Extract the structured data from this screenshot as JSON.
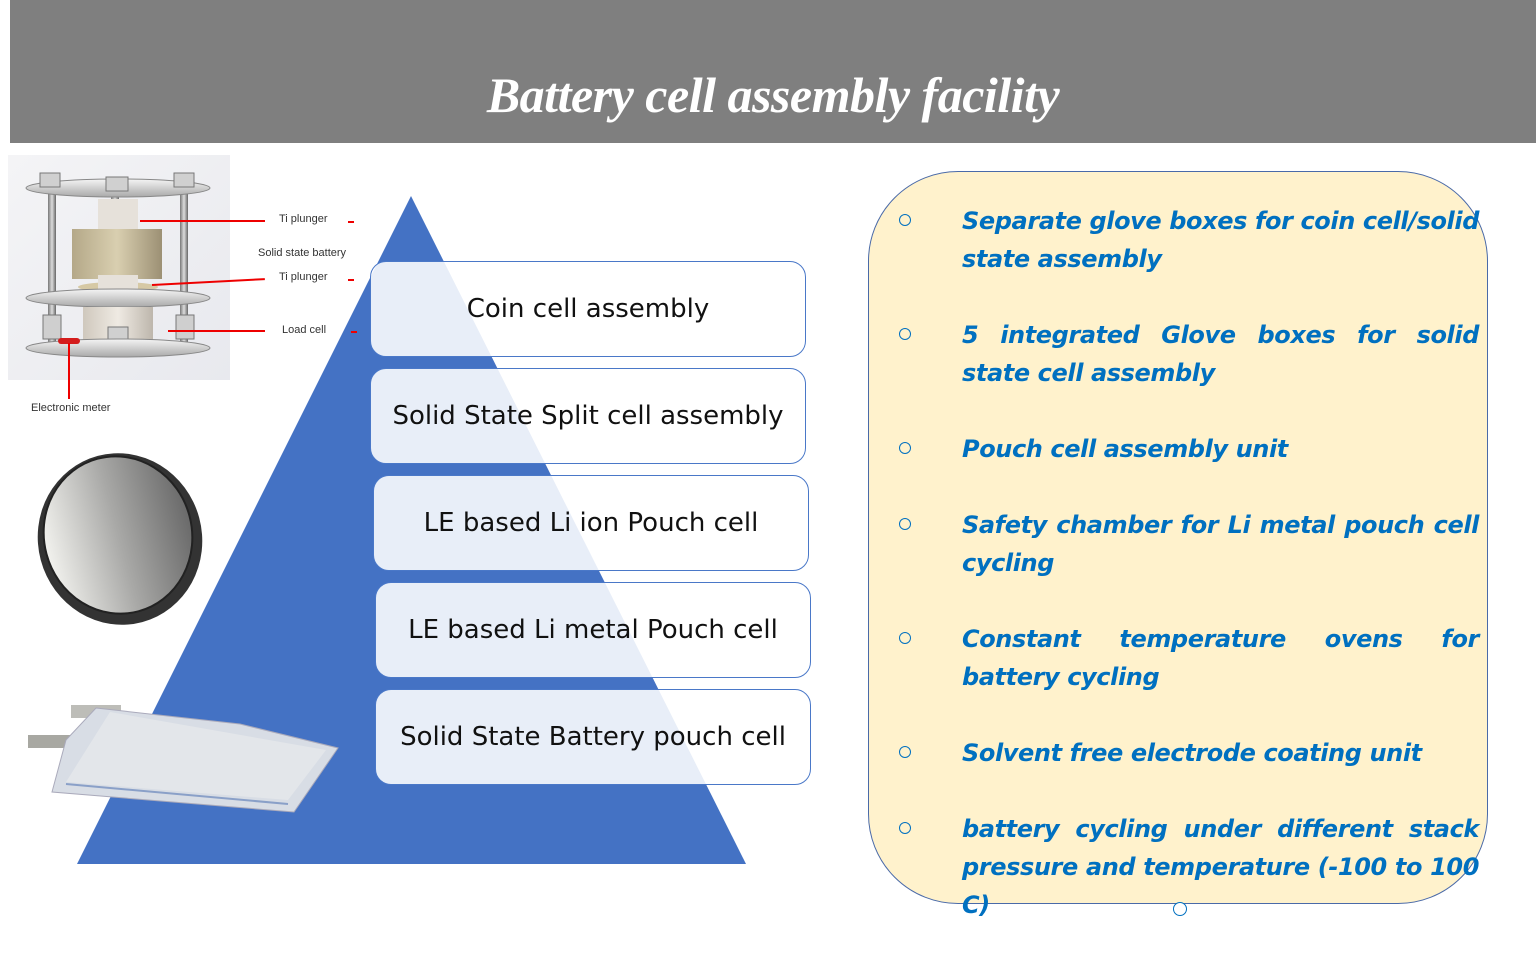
{
  "header": {
    "title": "Battery cell assembly facility"
  },
  "colors": {
    "header_bg": "#7f7f7f",
    "pyramid": "#4472c4",
    "panel_bg": "#fff2cc",
    "bullet_text": "#0070c0"
  },
  "rig_diagram": {
    "labels": {
      "ti_plunger_top": "Ti plunger",
      "solid_state_battery": "Solid state battery",
      "ti_plunger_bottom": "Ti plunger",
      "load_cell": "Load cell",
      "electronic_meter": "Electronic meter"
    }
  },
  "pyramid": {
    "levels": [
      "Coin cell assembly",
      "Solid State Split cell assembly",
      "LE based Li ion Pouch cell",
      "LE based Li metal Pouch cell",
      "Solid State Battery pouch cell"
    ]
  },
  "facilities": {
    "items": [
      "Separate glove boxes for coin cell/solid state assembly",
      " 5 integrated Glove boxes for solid state cell  assembly",
      " Pouch cell assembly unit",
      " Safety chamber for Li metal pouch cell cycling",
      " Constant temperature ovens for battery cycling",
      "Solvent free electrode coating unit",
      " battery cycling under different stack pressure and temperature (-100 to 100 C)"
    ]
  }
}
